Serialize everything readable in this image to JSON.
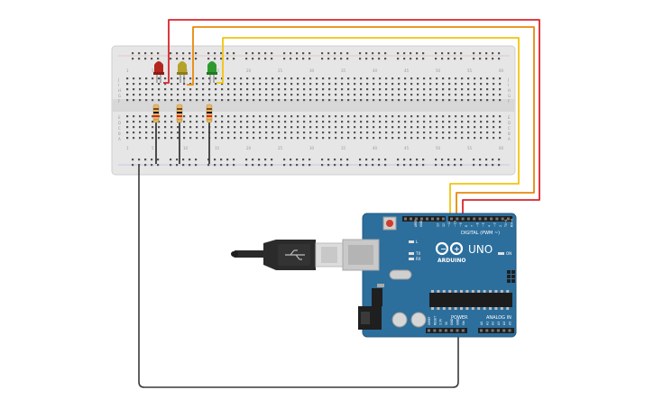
{
  "arduino": {
    "board_name": "UNO",
    "brand": "ARDUINO",
    "digital_label": "DIGITAL (PWM ~)",
    "power_label": "POWER",
    "analog_label": "ANALOG IN",
    "aref_label": "AREF",
    "gnd_label": "GND",
    "tx_label": "TX",
    "rx_label": "RX",
    "l_label": "L",
    "on_label": "ON",
    "power_pins": [
      "IOREF",
      "RESET",
      "3.3V",
      "5V",
      "GND",
      "GND",
      "Vin"
    ],
    "analog_pins": [
      "A0",
      "A1",
      "A2",
      "A3",
      "A4",
      "A5"
    ],
    "digital_pins": [
      "13",
      "12",
      "~11",
      "~10",
      "~9",
      "8",
      "7",
      "~6",
      "~5",
      "4",
      "~3",
      "2",
      "TX→1",
      "RX←0"
    ],
    "body_color": "#2c6e9c"
  },
  "breadboard": {
    "row_letters": [
      "J",
      "I",
      "H",
      "G",
      "F",
      "E",
      "D",
      "C",
      "B",
      "A"
    ],
    "column_numbers": [
      "1",
      "5",
      "10",
      "15",
      "20",
      "25",
      "30",
      "35",
      "40",
      "45",
      "50",
      "55",
      "60"
    ],
    "plus_label": "+",
    "minus_label": "−"
  },
  "components": {
    "leds": [
      {
        "name": "red-led",
        "color": "#b3261e"
      },
      {
        "name": "yellow-led",
        "color": "#b5a22a"
      },
      {
        "name": "green-led",
        "color": "#2e9a2e"
      }
    ],
    "resistors": 3
  },
  "wires": {
    "red": "#d9262b",
    "orange": "#e8890c",
    "yellow": "#f1c40f",
    "black": "#3a3a3a"
  }
}
